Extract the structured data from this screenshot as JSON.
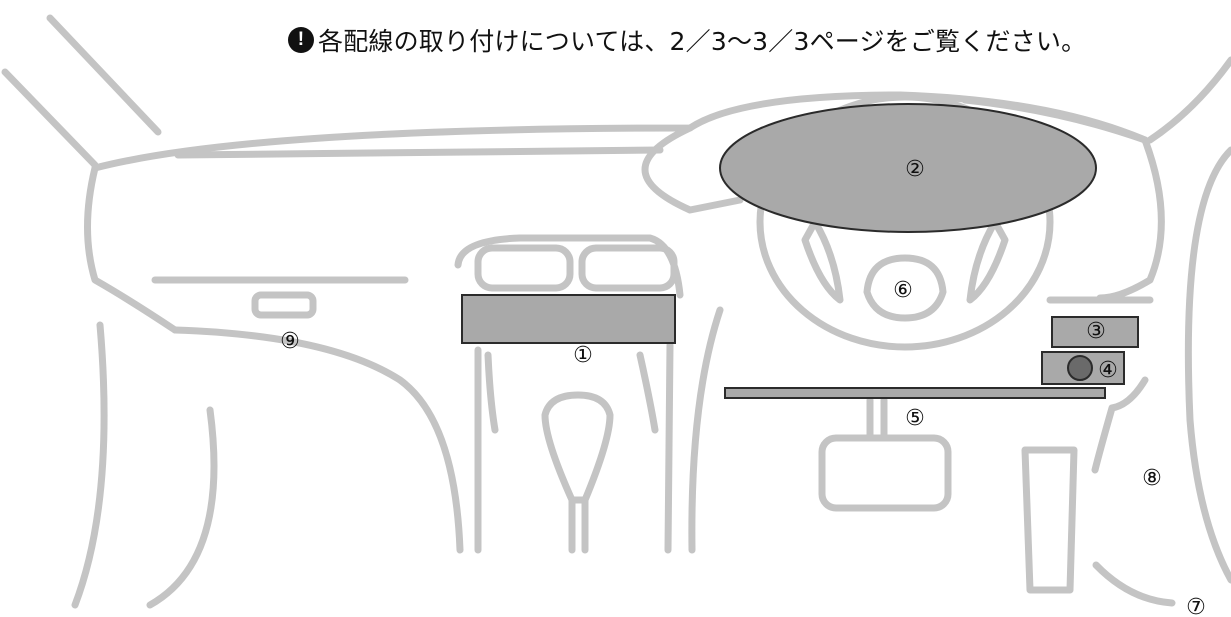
{
  "notice": {
    "icon": "exclamation-circle-icon",
    "text": "各配線の取り付けについては、2／3〜3／3ページをご覧ください。"
  },
  "labels": {
    "n1": "①",
    "n2": "②",
    "n3": "③",
    "n4": "④",
    "n5": "⑤",
    "n6": "⑥",
    "n7": "⑦",
    "n8": "⑧",
    "n9": "⑨"
  },
  "colors": {
    "outline": "#c4c4c4",
    "component_fill": "#a9a9a9",
    "component_stroke": "#2b2b2b",
    "knob": "#6a6a6a"
  }
}
